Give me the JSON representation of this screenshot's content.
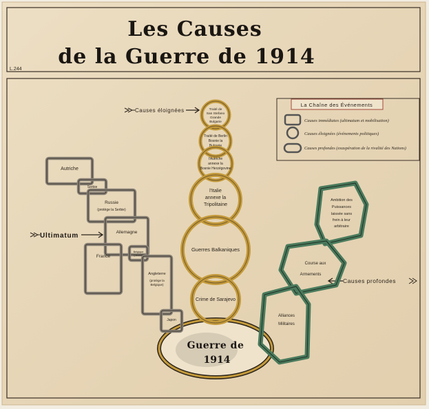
{
  "title": {
    "line1": "Les Causes",
    "line2": "de la Guerre de 1914"
  },
  "corner_note": "L.244",
  "legend": {
    "heading": "La Chaîne des Événements",
    "items": [
      {
        "shape": "rounded-rect",
        "color": "#c49a3a",
        "text": "Causes immédiates (ultimatum et mobilisation)"
      },
      {
        "shape": "ring",
        "color": "#c49a3a",
        "text": "Causes éloignées (événements politiques)"
      },
      {
        "shape": "oval",
        "color": "#4a7a5c",
        "text": "Causes profondes (exaspération de la rivalité des Nations)"
      }
    ]
  },
  "side_labels": {
    "causes_eloignees": "Causes éloignées",
    "ultimatum": "Ultimatum",
    "causes_profondes": "Causes profondes"
  },
  "center_chain": [
    "Traité de San Stefano Grande Bulgarie",
    "Traité de Berlin Bosnie la Bulgarie",
    "l'Autriche annexe la Bosnie Herzégovine",
    "l'Italie annexe la Tripolitaine",
    "Guerres Balkaniques",
    "Crime de Sarajevo"
  ],
  "left_chain": [
    "Autriche",
    "Serbie",
    "Russie (protège la Serbie)",
    "Allemagne",
    "France",
    "Belgique (neutre)",
    "Angleterre (protège la Belgique)",
    "Japon"
  ],
  "right_chain": [
    "Ambition des Puissances laissée sans frein à leur arbitraire",
    "Course aux Armements",
    "Alliances Militaires"
  ],
  "center": {
    "line1": "Guerre de",
    "line2": "1914"
  },
  "colors": {
    "paper": "#e8d9bd",
    "ink": "#1a1612",
    "gold_chain": "#c49a3a",
    "green_chain": "#4a7a5c",
    "gray_chain": "#8a8378"
  }
}
